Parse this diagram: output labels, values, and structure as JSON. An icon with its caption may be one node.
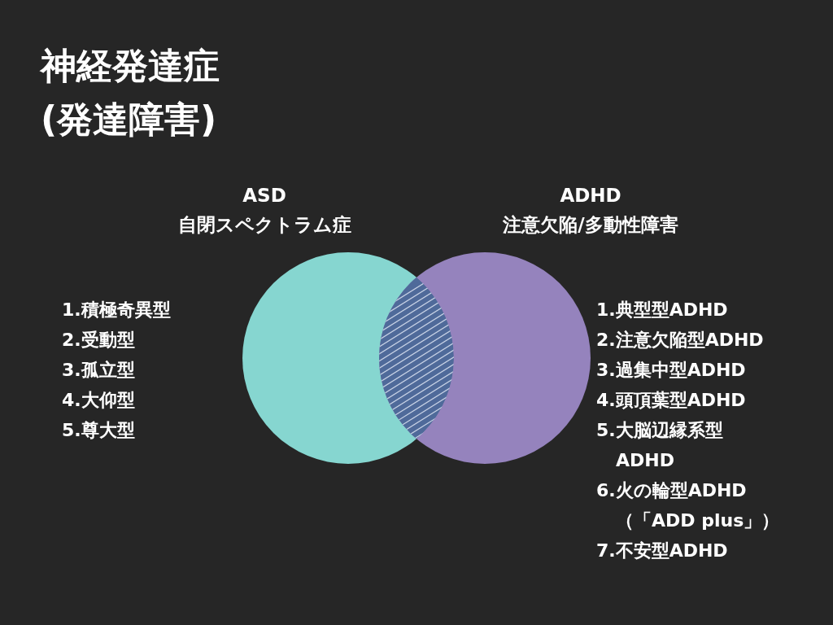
{
  "diagram": {
    "title": "神経発達症 (発達障害)",
    "nodes": [
      {
        "text": [
          "ASD",
          "自閉スペクトラム症"
        ],
        "beside": [
          "1.積極奇異型",
          "2.受動型",
          "3.孤立型",
          "4.大仰型",
          "5.尊大型"
        ]
      },
      {
        "text": [
          "ADHD",
          "注意欠陥/多動性障害"
        ],
        "beside": [
          "1.典型型ADHD",
          "2.注意欠陥型ADHD",
          "3.過集中型ADHD",
          "4.頭頂葉型ADHD",
          "5.大脳辺縁系型 ADHD",
          "6.火の輪型ADHD （「ADD plus」）",
          "7.不安型ADHD"
        ]
      }
    ]
  }
}
